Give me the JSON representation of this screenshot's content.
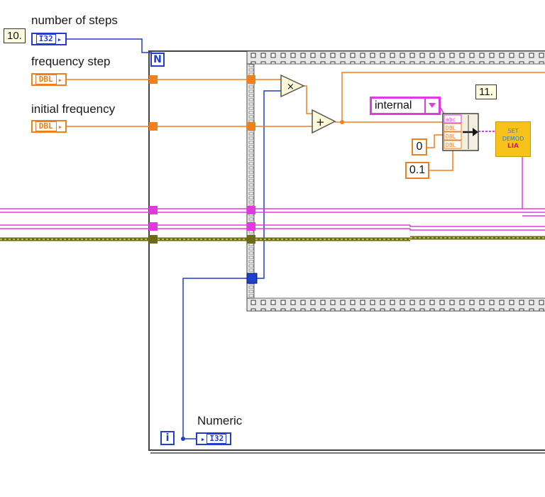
{
  "step_labels": {
    "step10": "10.",
    "step11": "11."
  },
  "controls": {
    "number_of_steps": {
      "label": "number of steps",
      "type": "I32"
    },
    "frequency_step": {
      "label": "frequency step",
      "type": "DBL"
    },
    "initial_frequency": {
      "label": "initial frequency",
      "type": "DBL"
    },
    "numeric": {
      "label": "Numeric",
      "type": "I32"
    }
  },
  "for_loop": {
    "count_terminal": "N",
    "iteration_terminal": "i"
  },
  "operators": {
    "multiply": "×",
    "add": "+"
  },
  "constants": {
    "string_value": "internal",
    "num_zero": "0",
    "num_point_one": "0.1"
  },
  "bundle_inputs": [
    "abc",
    "DBL",
    "DBL",
    "DBL"
  ],
  "subvi": {
    "line1": "SET",
    "line2": "DEMOD",
    "line3": "LIA"
  },
  "colors": {
    "integer_wire": "#1f3fcc",
    "double_wire": "#f07f1e",
    "string_wire": "#e03ae0",
    "cluster_wire": "#6b6b1a",
    "subvi_fill": "#f7c21a"
  }
}
